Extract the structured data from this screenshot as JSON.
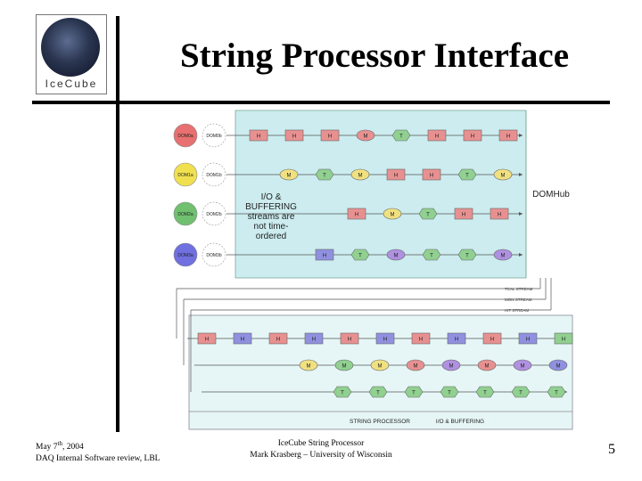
{
  "title": "String Processor Interface",
  "logo": {
    "text": "IceCube"
  },
  "diagram": {
    "dom_labels": [
      [
        "DOM0a",
        "DOM0b"
      ],
      [
        "DOM1a",
        "DOM1b"
      ],
      [
        "DOM2a",
        "DOM2b"
      ],
      [
        "DOM3a",
        "DOM3b"
      ]
    ],
    "dom_colors": [
      "#e87070",
      "#f0e050",
      "#70c070",
      "#7070e0"
    ],
    "dom_rows": [
      [
        "H",
        "H",
        "H",
        "M",
        "T",
        "H",
        "H",
        "H"
      ],
      [
        "M",
        "T",
        "M",
        "H",
        "H",
        "T",
        "M"
      ],
      [
        "H",
        "M",
        "T",
        "H",
        "H"
      ],
      [
        "H",
        "T",
        "M",
        "T",
        "T",
        "M"
      ]
    ],
    "buffer_text": [
      "I/O &",
      "BUFFERING",
      "streams are",
      "not time-",
      "ordered"
    ],
    "domhub_label": "DOMHub",
    "stream_labels": [
      "TCAL STREAM",
      "MON STREAM",
      "HIT STREAM"
    ],
    "proc_rows": [
      [
        "H",
        "H",
        "H",
        "H",
        "H",
        "H",
        "H",
        "H",
        "H",
        "H",
        "H"
      ],
      [
        "M",
        "M",
        "M",
        "M",
        "M",
        "M",
        "M",
        "M"
      ],
      [
        "T",
        "T",
        "T",
        "T",
        "T",
        "T",
        "T"
      ]
    ],
    "bottom_labels": [
      "STRING PROCESSOR",
      "I/O & BUFFERING"
    ],
    "colors": {
      "H": "#e89090",
      "M": "#f0e080",
      "T": "#90d090",
      "H_blue": "#9090e0",
      "M_purple": "#b090e0",
      "band": "#ccecef"
    }
  },
  "footer": {
    "date_prefix": "May 7",
    "date_sup": "th",
    "date_suffix": ", 2004",
    "review": "DAQ Internal Software review, LBL",
    "center_line1": "IceCube String Processor",
    "center_line2": "Mark Krasberg – University of Wisconsin",
    "page_number": "5"
  }
}
